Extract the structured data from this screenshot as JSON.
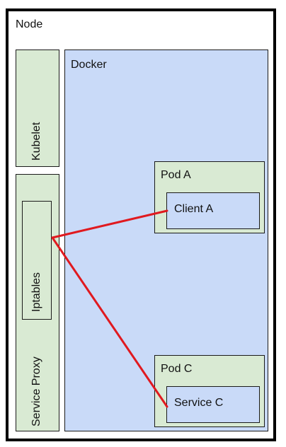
{
  "diagram": {
    "node": {
      "label": "Node"
    },
    "kubelet": {
      "label": "Kubelet"
    },
    "service_proxy": {
      "label": "Service Proxy"
    },
    "iptables": {
      "label": "Iptables"
    },
    "docker": {
      "label": "Docker"
    },
    "pod_a": {
      "label": "Pod A",
      "client": "Client A"
    },
    "pod_c": {
      "label": "Pod C",
      "service": "Service C"
    }
  },
  "colors": {
    "green_fill": "#d9ead3",
    "blue_fill": "#c9daf8",
    "connector": "#e0191f",
    "border": "#000000"
  }
}
